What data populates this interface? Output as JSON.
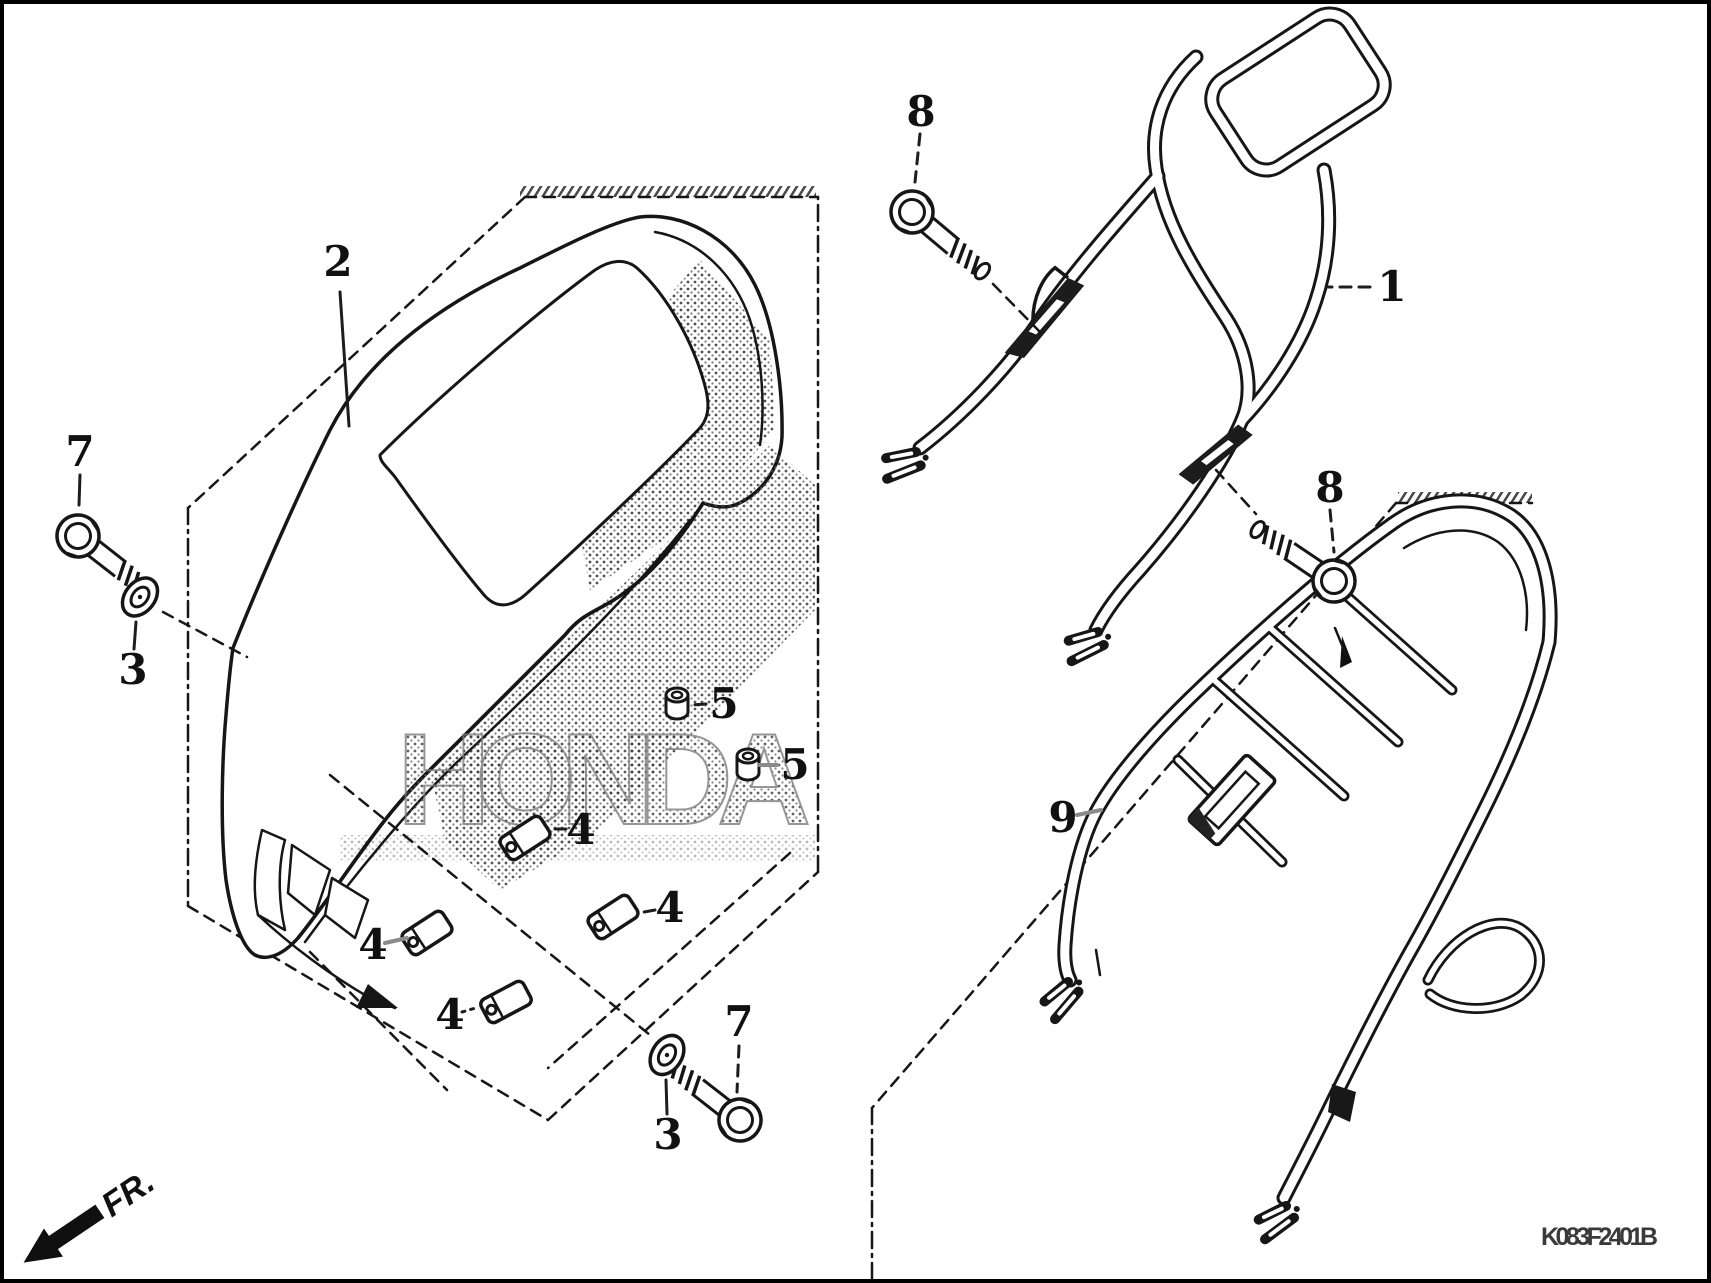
{
  "colors": {
    "background": "#ffffff",
    "line": "#161616"
  },
  "diagram": {
    "watermark": "HONDA",
    "drawing_code": "K083F2401B",
    "direction_label": "FR.",
    "callouts": [
      {
        "name": "seat",
        "label": "2"
      },
      {
        "name": "bolt-seat-front",
        "label": "7"
      },
      {
        "name": "washer-seat-front",
        "label": "3"
      },
      {
        "name": "bolt-rail-upper",
        "label": "8"
      },
      {
        "name": "rear-grab-rail",
        "label": "1"
      },
      {
        "name": "bolt-rail-lower",
        "label": "8"
      },
      {
        "name": "rubber-grommet-upper",
        "label": "5"
      },
      {
        "name": "rubber-grommet-lower",
        "label": "5"
      },
      {
        "name": "cushion-rubber-top",
        "label": "4"
      },
      {
        "name": "cushion-rubber-left",
        "label": "4"
      },
      {
        "name": "cushion-rubber-middle",
        "label": "4"
      },
      {
        "name": "cushion-rubber-bottom",
        "label": "4"
      },
      {
        "name": "bolt-seat-rear",
        "label": "7"
      },
      {
        "name": "washer-seat-rear",
        "label": "3"
      },
      {
        "name": "luggage-rack",
        "label": "9"
      }
    ]
  }
}
